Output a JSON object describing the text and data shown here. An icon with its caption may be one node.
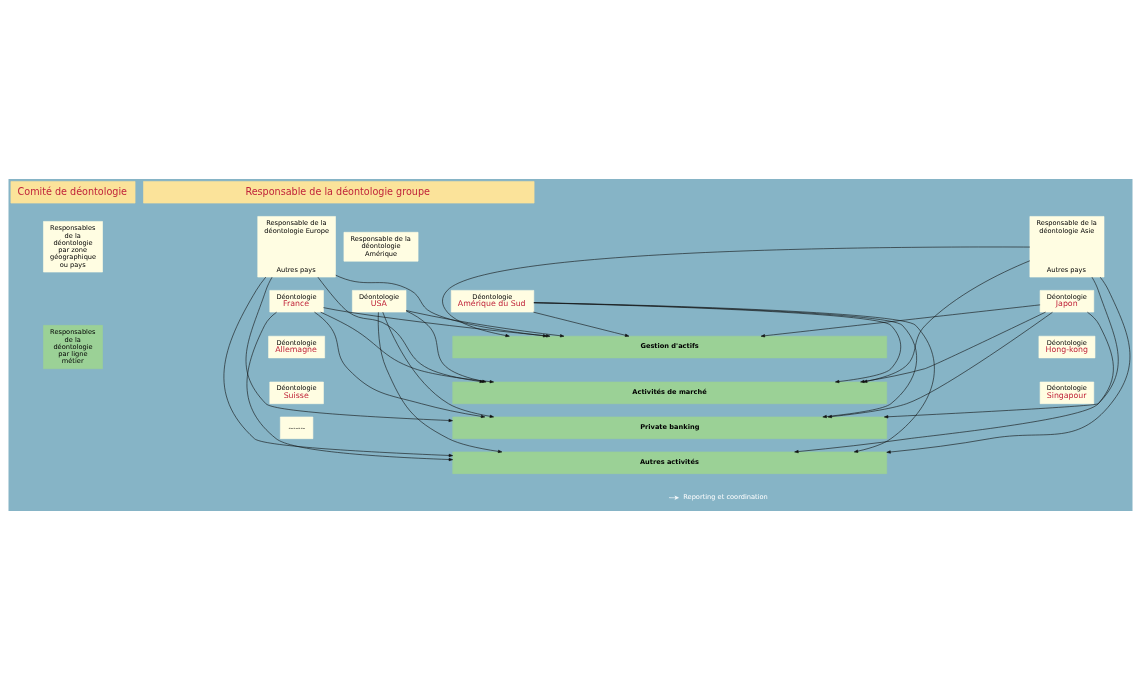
{
  "diagram": {
    "nodes": [
      {
        "text": [
          "Comité de déontologie"
        ]
      },
      {
        "text": [
          "Responsable de la déontologie groupe"
        ]
      },
      {
        "text": [
          "Responsables de la déontologie par zone géographique ou pays"
        ]
      },
      {
        "text": [
          "Responsable de la déontologie Amérique"
        ]
      },
      {
        "text": [
          "Responsable de la déontologie Europe",
          "Autres pays"
        ]
      },
      {
        "text": [
          "Responsable de la déontologie Asie",
          "Autres pays"
        ]
      },
      {
        "text": [
          "Déontologie",
          "USA"
        ]
      },
      {
        "text": [
          "Déontologie",
          "Amérique du Sud"
        ]
      },
      {
        "text": [
          "Déontologie",
          "France"
        ]
      },
      {
        "text": [
          "Déontologie",
          "Allemagne"
        ]
      },
      {
        "text": [
          "Déontologie",
          "Suisse"
        ]
      },
      {
        "text": [
          "-------"
        ]
      },
      {
        "text": [
          "Déontologie",
          "Japon"
        ]
      },
      {
        "text": [
          "Déontologie",
          "Hong-kong"
        ]
      },
      {
        "text": [
          "Déontologie",
          "Singapour"
        ]
      },
      {
        "text": [
          "Responsables de la déontologie par ligne métier"
        ]
      },
      {
        "text": [
          "Gestion d'actifs"
        ]
      },
      {
        "text": [
          "Activités de marché"
        ]
      },
      {
        "text": [
          "Private banking"
        ]
      },
      {
        "text": [
          "Autres activités"
        ]
      }
    ],
    "edges": [
      {
        "from": 6,
        "to": 16,
        "arrow": "to"
      },
      {
        "from": 6,
        "to": 17,
        "arrow": "to"
      },
      {
        "from": 6,
        "to": 18,
        "arrow": "to"
      },
      {
        "from": 6,
        "to": 19,
        "arrow": "to"
      },
      {
        "from": 7,
        "to": 16,
        "arrow": "to"
      },
      {
        "from": 7,
        "to": 17,
        "arrow": "to"
      },
      {
        "from": 7,
        "to": 18,
        "arrow": "to"
      },
      {
        "from": 7,
        "to": 19,
        "arrow": "to"
      },
      {
        "from": 8,
        "to": 16,
        "arrow": "to"
      },
      {
        "from": 8,
        "to": 17,
        "arrow": "to"
      },
      {
        "from": 8,
        "to": 18,
        "arrow": "to"
      },
      {
        "from": 8,
        "to": 19,
        "arrow": "to"
      },
      {
        "from": 4,
        "to": 16,
        "arrow": "to"
      },
      {
        "from": 4,
        "to": 17,
        "arrow": "to"
      },
      {
        "from": 4,
        "to": 18,
        "arrow": "to"
      },
      {
        "from": 4,
        "to": 19,
        "arrow": "to"
      },
      {
        "from": 12,
        "to": 16,
        "arrow": "to"
      },
      {
        "from": 12,
        "to": 17,
        "arrow": "to"
      },
      {
        "from": 12,
        "to": 18,
        "arrow": "to"
      },
      {
        "from": 12,
        "to": 19,
        "arrow": "to"
      },
      {
        "from": 5,
        "to": 16,
        "arrow": "to"
      },
      {
        "from": 5,
        "to": 17,
        "arrow": "to"
      },
      {
        "from": 5,
        "to": 18,
        "arrow": "to"
      },
      {
        "from": 5,
        "to": 19,
        "arrow": "to"
      }
    ],
    "legend": [
      {
        "text": "Reporting et coordination"
      }
    ]
  }
}
